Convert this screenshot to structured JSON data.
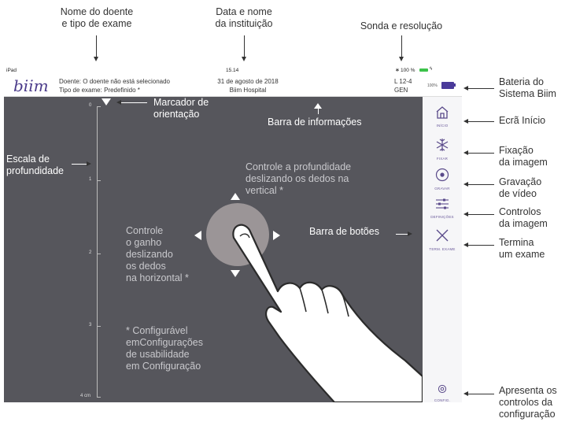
{
  "annotations": {
    "patient_info": "Nome do doente\ne tipo de exame",
    "date_institution": "Data e nome\nda instituição",
    "probe_resolution": "Sonda e resolução",
    "battery": "Bateria do\nSistema Biim",
    "home_screen": "Ecrã Início",
    "freeze": "Fixação\nda imagem",
    "record": "Gravação\nde vídeo",
    "image_controls": "Controlos\nda imagem",
    "end_exam": "Termina\num exame",
    "config_controls": "Apresenta os\ncontrolos da\nconfiguração",
    "depth_scale": "Escala de\nprofundidade",
    "orientation_marker": "Marcador de\norientação",
    "info_bar": "Barra de informações",
    "button_bar": "Barra de botões",
    "depth_control": "Controle a profundidade\ndeslizando os dedos na\nvertical *",
    "gain_control": "Controle\no ganho\ndeslizando\nos dedos\nna horizontal *",
    "footnote": "* Configurável\nemConfigurações\nde usabilidade\nem Configuração"
  },
  "status_bar": {
    "device": "iPad",
    "time": "15.14",
    "battery_text": "100 %"
  },
  "info_bar": {
    "logo": "biim",
    "patient_line": "Doente: O doente não está selecionado",
    "exam_line": "Tipo de exame: Predefinido *",
    "date": "31 de agosto de 2018",
    "institution": "Biim Hospital",
    "probe": "L 12-4",
    "resolution": "GEN",
    "battery_pct": "100%"
  },
  "buttons": [
    {
      "label": "INÍCIO",
      "icon": "home-icon"
    },
    {
      "label": "FIXAR",
      "icon": "snowflake-icon"
    },
    {
      "label": "GRAVAR",
      "icon": "record-icon"
    },
    {
      "label": "DEFINIÇÕES",
      "icon": "sliders-icon"
    },
    {
      "label": "TERM. EXAME",
      "icon": "close-icon"
    },
    {
      "label": "CONFIG.",
      "icon": "gear-icon"
    }
  ],
  "depth_scale": {
    "labels": [
      "0",
      "1",
      "2",
      "3",
      "4 cm"
    ]
  },
  "colors": {
    "screen": "#56565c",
    "accent": "#5a4a8a",
    "battery": "#4a3a9a"
  }
}
